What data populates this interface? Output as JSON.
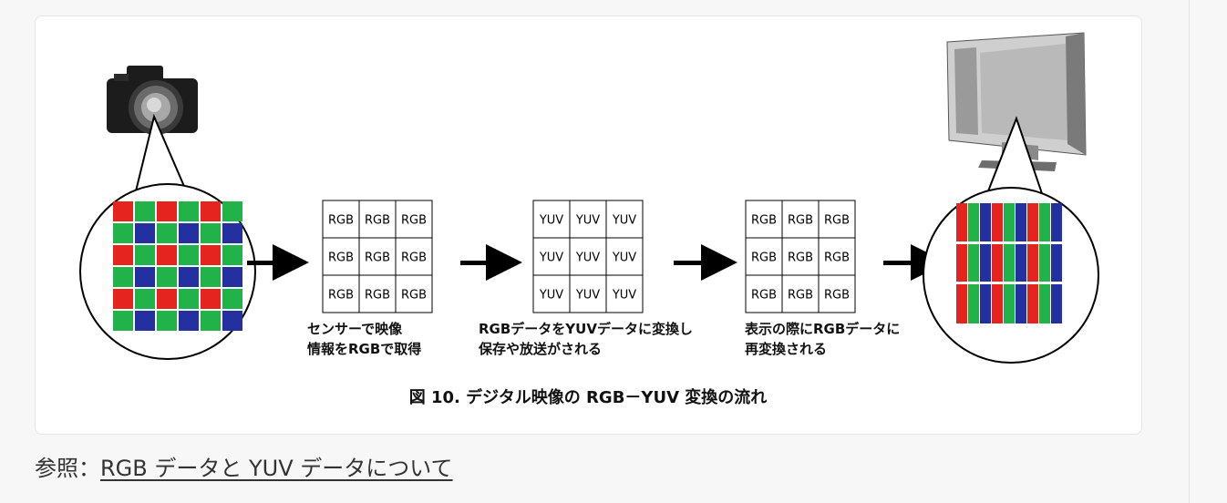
{
  "figure": {
    "grids": [
      {
        "cells": [
          "RGB",
          "RGB",
          "RGB",
          "RGB",
          "RGB",
          "RGB",
          "RGB",
          "RGB",
          "RGB"
        ]
      },
      {
        "cells": [
          "YUV",
          "YUV",
          "YUV",
          "YUV",
          "YUV",
          "YUV",
          "YUV",
          "YUV",
          "YUV"
        ]
      },
      {
        "cells": [
          "RGB",
          "RGB",
          "RGB",
          "RGB",
          "RGB",
          "RGB",
          "RGB",
          "RGB",
          "RGB"
        ]
      }
    ],
    "captions": [
      {
        "line1": "センサーで映像",
        "line2": "情報をRGBで取得"
      },
      {
        "line1": "RGBデータをYUVデータに変換し",
        "line2": "保存や放送がされる"
      },
      {
        "line1": "表示の際にRGBデータに",
        "line2": "再変換される"
      }
    ],
    "figure_caption": "図 10. デジタル映像の RGB－YUV 変換の流れ",
    "colors": {
      "red": "#e5231f",
      "green": "#22b24a",
      "blue": "#2430a0",
      "arrow": "#000000"
    }
  },
  "reference": {
    "prefix": "参照：",
    "link_text": "RGB データと YUV データについて"
  }
}
